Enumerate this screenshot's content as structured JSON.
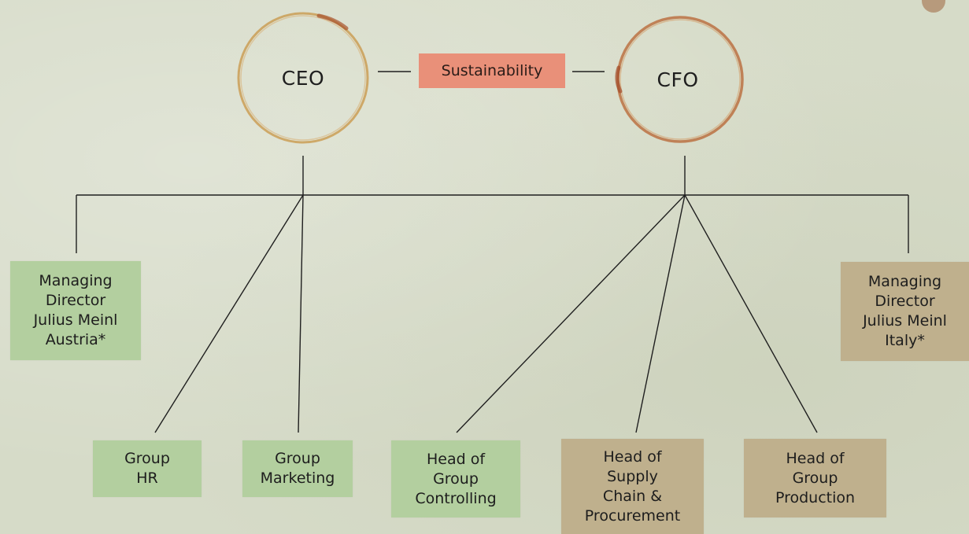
{
  "diagram": {
    "executives": [
      {
        "id": "ceo",
        "label": "CEO"
      },
      {
        "id": "cfo",
        "label": "CFO"
      }
    ],
    "sustainability": {
      "label": "Sustainability"
    },
    "roles": [
      {
        "id": "md-austria",
        "label": "Managing\nDirector\nJulius Meinl\nAustria*",
        "reports_to": "CEO",
        "color": "#b3cf9f"
      },
      {
        "id": "md-italy",
        "label": "Managing\nDirector\nJulius Meinl\nItaly*",
        "reports_to": "CFO",
        "color": "#bfb08d"
      },
      {
        "id": "group-hr",
        "label": "Group\nHR",
        "reports_to": "CEO",
        "color": "#b3cf9f"
      },
      {
        "id": "group-marketing",
        "label": "Group\nMarketing",
        "reports_to": "CEO",
        "color": "#b3cf9f"
      },
      {
        "id": "head-controlling",
        "label": "Head of\nGroup\nControlling",
        "reports_to": "CFO",
        "color": "#b3cf9f"
      },
      {
        "id": "head-supply",
        "label": "Head of\nSupply\nChain &\nProcurement",
        "reports_to": "CFO",
        "color": "#bfb08d"
      },
      {
        "id": "head-production",
        "label": "Head of\nGroup\nProduction",
        "reports_to": "CFO",
        "color": "#bfb08d"
      }
    ],
    "colors": {
      "ceo_line": "#b3cf9f",
      "cfo_line": "#bfb08d",
      "sustainability": "#e99079",
      "ring": "#c58a3c"
    }
  }
}
